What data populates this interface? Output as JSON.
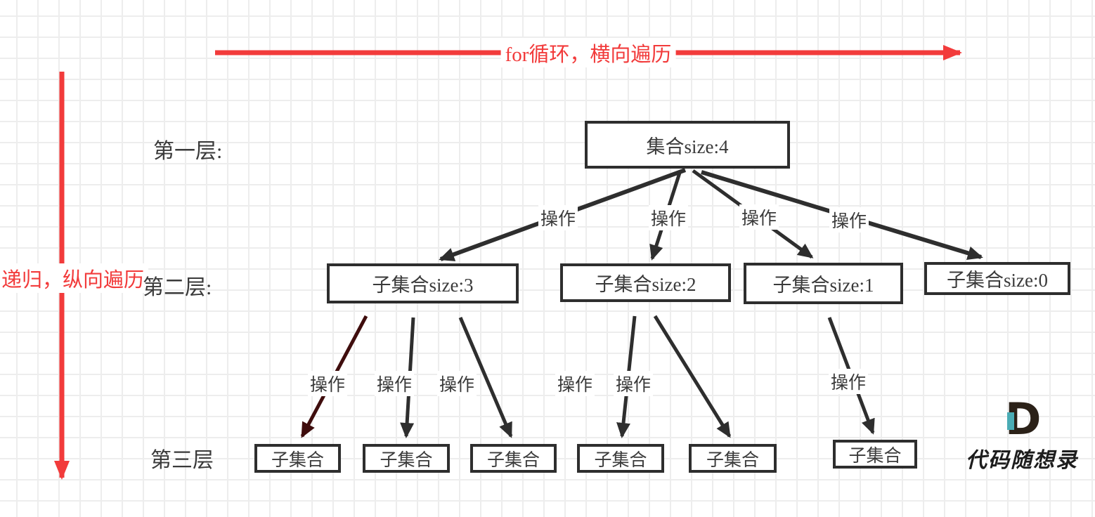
{
  "flow_labels": {
    "horizontal": "for循环，横向遍历",
    "vertical": "递归，纵向遍历"
  },
  "layers": {
    "first": "第一层:",
    "second": "第二层:",
    "third": "第三层"
  },
  "nodes": {
    "root": "集合size:4",
    "level2": [
      "子集合size:3",
      "子集合size:2",
      "子集合size:1",
      "子集合size:0"
    ],
    "level3": [
      "子集合",
      "子集合",
      "子集合",
      "子集合",
      "子集合",
      "子集合"
    ]
  },
  "edge_label": "操作",
  "logo": {
    "letter": "D",
    "text": "代码随想录"
  },
  "colors": {
    "arrow_red": "#f23b3b",
    "arrow_dark": "#2e2e2e",
    "arrow_maroon": "#3f0d0d",
    "grid_line": "#ededed",
    "logo_teal": "#4aacb5",
    "logo_dark": "#2b2118"
  }
}
